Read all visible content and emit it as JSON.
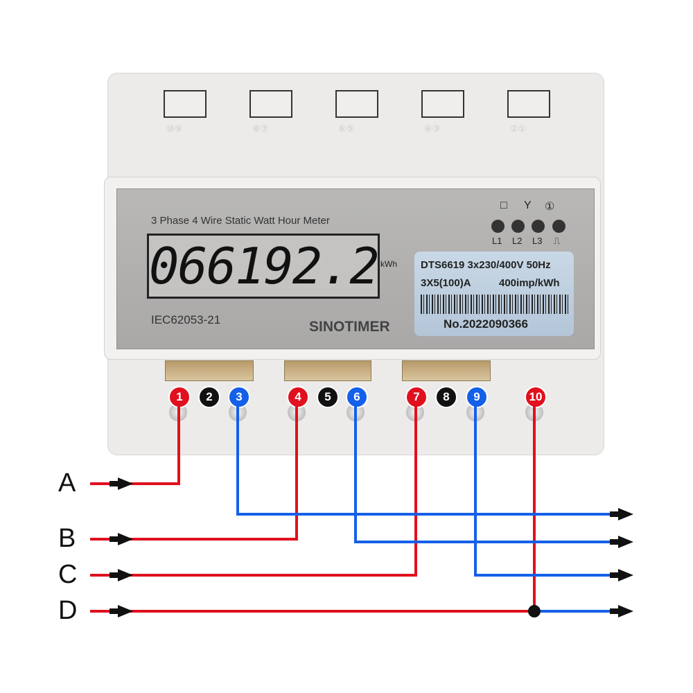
{
  "meter": {
    "title": "3 Phase 4 Wire Static Watt Hour Meter",
    "reading": "066192.2",
    "unit": "kWh",
    "standard": "IEC62053-21",
    "brand": "SINOTIMER",
    "label": {
      "line1": "DTS6619  3x230/400V  50Hz",
      "line2_left": "3X5(100)A",
      "line2_right": "400imp/kWh",
      "serial": "No.2022090366"
    },
    "symbols": [
      "□",
      "Y",
      "①"
    ],
    "leds": [
      "L1",
      "L2",
      "L3",
      "⎍"
    ],
    "top_terminal_pairs": [
      "⑩⑨",
      "⑧⑦",
      "⑥⑤",
      "④③",
      "②①"
    ]
  },
  "terminals": [
    {
      "n": "1",
      "color": "#e0101e"
    },
    {
      "n": "2",
      "color": "#111111"
    },
    {
      "n": "3",
      "color": "#1560e8"
    },
    {
      "n": "4",
      "color": "#e0101e"
    },
    {
      "n": "5",
      "color": "#111111"
    },
    {
      "n": "6",
      "color": "#1560e8"
    },
    {
      "n": "7",
      "color": "#e0101e"
    },
    {
      "n": "8",
      "color": "#111111"
    },
    {
      "n": "9",
      "color": "#1560e8"
    },
    {
      "n": "10",
      "color": "#e0101e"
    }
  ],
  "phases": [
    "A",
    "B",
    "C",
    "D"
  ],
  "colors": {
    "input_wire": "#e0101e",
    "output_wire": "#1560e8"
  }
}
